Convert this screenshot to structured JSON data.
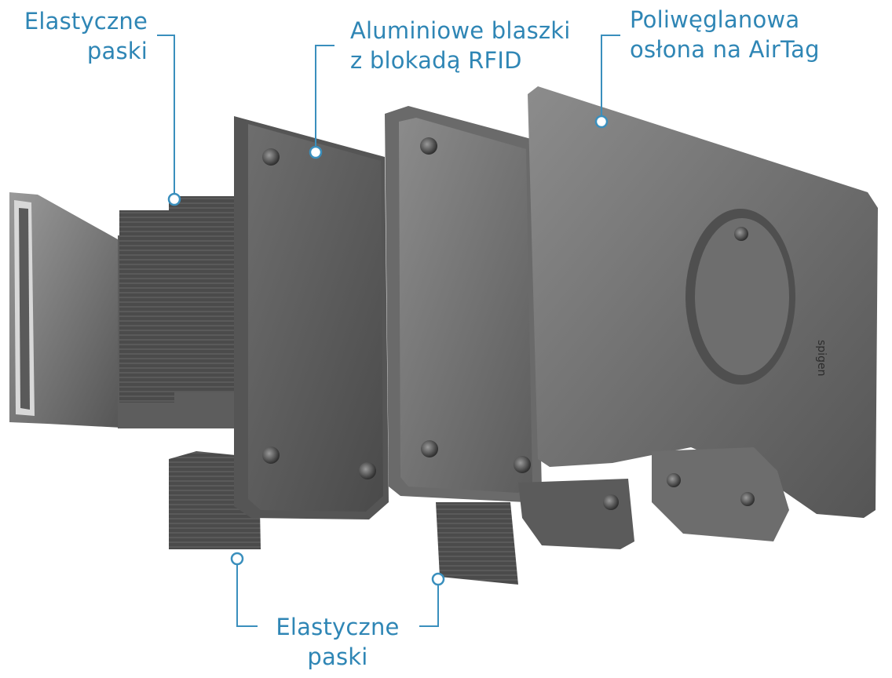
{
  "callouts": {
    "top_left": {
      "line1": "Elastyczne",
      "line2": "paski"
    },
    "top_middle": {
      "line1": "Aluminiowe blaszki",
      "line2": "z blokadą RFID"
    },
    "top_right": {
      "line1": "Poliwęglanowa",
      "line2": "osłona na AirTag"
    },
    "bottom": {
      "line1": "Elastyczne",
      "line2": "paski"
    }
  },
  "brand": {
    "logo_text": "spigen"
  },
  "colors": {
    "callout_text": "#2f86b5",
    "callout_line": "#3a8fbd",
    "part_dark": "#4a4a4a",
    "part_mid": "#6b6b6b",
    "part_light": "#8a8a8a"
  }
}
